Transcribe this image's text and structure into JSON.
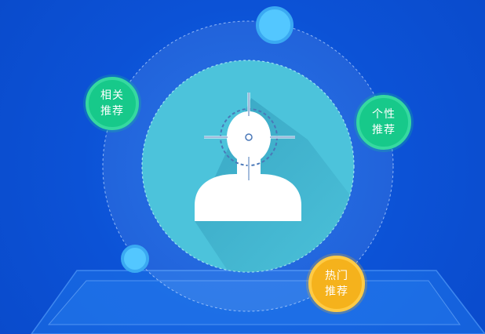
{
  "labels": {
    "related": [
      "相关",
      "推荐"
    ],
    "personal": [
      "个性",
      "推荐"
    ],
    "hot": [
      "热门",
      "推荐"
    ]
  },
  "colors": {
    "background": "#0d55d8",
    "inner_circle": "#4cc3db",
    "green_bubble": "#17c98a",
    "yellow_bubble": "#f5b21c",
    "blue_dot": "#53c7ff",
    "icon": "#ffffff"
  },
  "icons": {
    "center": "user-target-icon"
  }
}
